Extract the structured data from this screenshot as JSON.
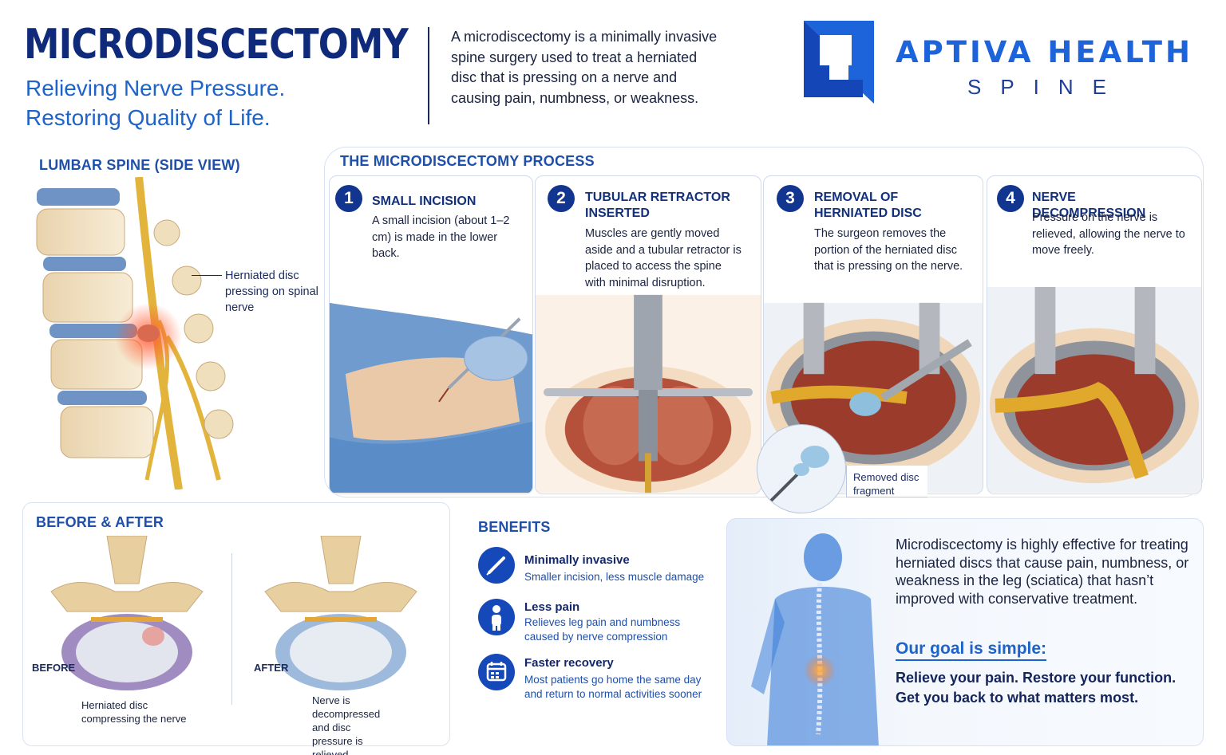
{
  "header": {
    "title": "MICRODISCECTOMY",
    "subtitle_line1": "Relieving Nerve Pressure.",
    "subtitle_line2": "Restoring Quality of Life.",
    "intro": "A microdiscectomy is a minimally invasive spine surgery used to treat a herniated disc that is pressing on a nerve and causing pain, numbness, or weakness."
  },
  "logo": {
    "name": "APTIVA HEALTH",
    "sub": "SPINE"
  },
  "spine": {
    "heading": "LUMBAR SPINE (SIDE VIEW)",
    "callout": "Herniated disc pressing on spinal nerve"
  },
  "process": {
    "heading": "THE MICRODISCECTOMY PROCESS",
    "steps": [
      {
        "number": "1",
        "title": "SMALL INCISION",
        "desc": "A small incision (about 1–2 cm) is made in the lower back."
      },
      {
        "number": "2",
        "title": "TUBULAR RETRACTOR INSERTED",
        "desc": "Muscles are gently moved aside and a tubular retractor is placed to access the spine with minimal disruption."
      },
      {
        "number": "3",
        "title": "REMOVAL OF HERNIATED DISC",
        "desc": "The surgeon removes the portion of the herniated disc that is pressing on the nerve."
      },
      {
        "number": "4",
        "title": "NERVE DECOMPRESSION",
        "desc": "Pressure on the nerve is relieved, allowing the nerve to move freely."
      }
    ],
    "removed_label": "Removed disc fragment"
  },
  "before_after": {
    "heading": "BEFORE & AFTER",
    "before_label": "BEFORE",
    "before_caption": "Herniated disc compressing the nerve",
    "after_label": "AFTER",
    "after_caption": "Nerve is decompressed and disc pressure is relieved"
  },
  "benefits": {
    "heading": "BENEFITS",
    "items": [
      {
        "title": "Minimally invasive",
        "desc": "Smaller incision, less muscle damage",
        "icon": "scalpel-icon"
      },
      {
        "title": "Less pain",
        "desc": "Relieves leg pain and numbness caused by nerve compression",
        "icon": "person-icon"
      },
      {
        "title": "Faster recovery",
        "desc": "Most patients go home the same day and return to normal activities sooner",
        "icon": "calendar-icon"
      }
    ]
  },
  "summary": {
    "text": "Microdiscectomy is highly effective for treating herniated discs that cause pain, numbness, or weakness in the leg (sciatica) that hasn’t improved with conservative treatment.",
    "goal_heading": "Our goal is simple:",
    "goal_text": "Relieve your pain. Restore your function. Get you back to what matters most."
  },
  "colors": {
    "navy": "#0f2a7a",
    "accent_blue": "#1d63c9",
    "icon_blue": "#1548b8"
  }
}
